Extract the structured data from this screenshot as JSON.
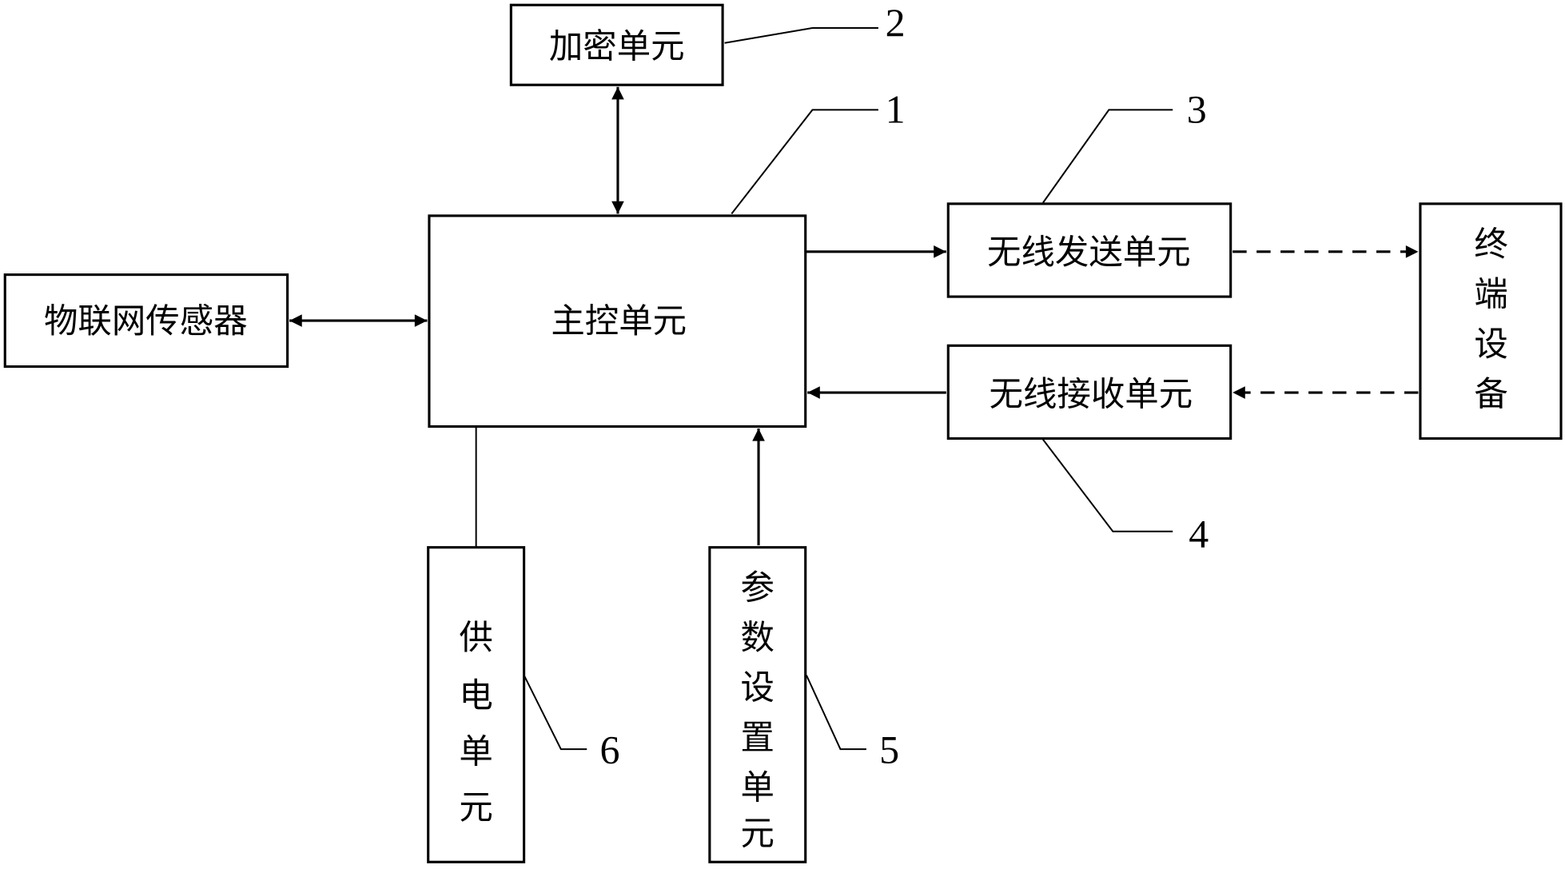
{
  "diagram": {
    "blocks": {
      "encryption": "加密单元",
      "main_control": "主控单元",
      "iot_sensor": "物联网传感器",
      "wireless_send": "无线发送单元",
      "wireless_receive": "无线接收单元",
      "terminal": [
        "终",
        "端",
        "设",
        "备"
      ],
      "power": [
        "供",
        "电",
        "单",
        "元"
      ],
      "param": [
        "参",
        "数",
        "设",
        "置",
        "单",
        "元"
      ]
    },
    "callouts": {
      "main_control": "1",
      "encryption": "2",
      "wireless_send": "3",
      "wireless_receive": "4",
      "param": "5",
      "power": "6"
    },
    "connections": [
      {
        "from": "encryption",
        "to": "main_control",
        "type": "bidirectional-solid"
      },
      {
        "from": "iot_sensor",
        "to": "main_control",
        "type": "bidirectional-solid"
      },
      {
        "from": "main_control",
        "to": "wireless_send",
        "type": "solid-arrow"
      },
      {
        "from": "wireless_send",
        "to": "terminal",
        "type": "dashed-arrow"
      },
      {
        "from": "terminal",
        "to": "wireless_receive",
        "type": "dashed-arrow"
      },
      {
        "from": "wireless_receive",
        "to": "main_control",
        "type": "solid-arrow"
      },
      {
        "from": "param",
        "to": "main_control",
        "type": "solid-arrow"
      },
      {
        "from": "power",
        "to": "main_control",
        "type": "line"
      }
    ]
  }
}
